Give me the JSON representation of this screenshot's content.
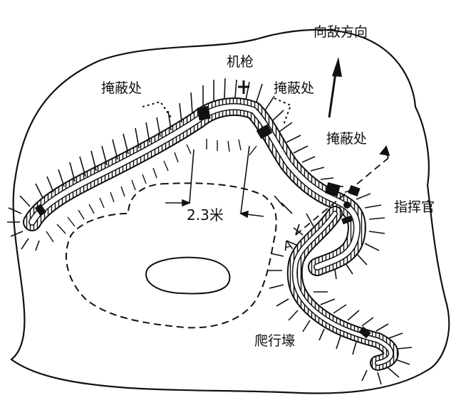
{
  "labels": {
    "enemy_direction": "向敌方向",
    "machine_gun": "机枪",
    "cover_left": "掩蔽处",
    "cover_center": "掩蔽处",
    "cover_right": "掩蔽处",
    "commander": "指挥官",
    "width_dimension": "2.3米",
    "section_mark": "A",
    "crawl_trench": "爬行壕"
  },
  "colors": {
    "ink": "#111111",
    "background": "#ffffff"
  }
}
